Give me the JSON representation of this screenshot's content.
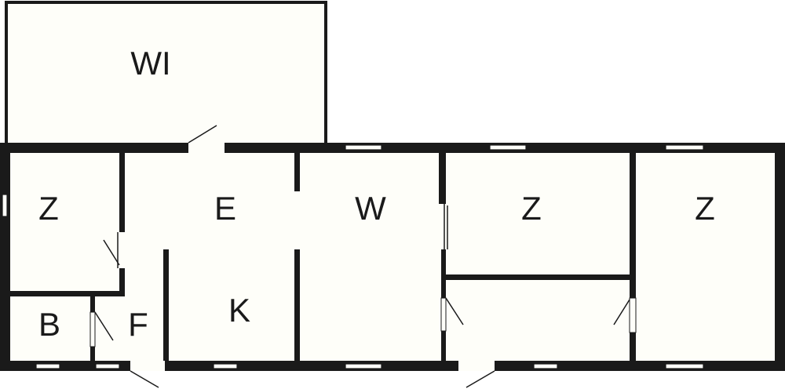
{
  "floorplan": {
    "rooms": [
      {
        "id": "wi",
        "label": "WI"
      },
      {
        "id": "z1",
        "label": "Z"
      },
      {
        "id": "e",
        "label": "E"
      },
      {
        "id": "w",
        "label": "W"
      },
      {
        "id": "z2",
        "label": "Z"
      },
      {
        "id": "z3",
        "label": "Z"
      },
      {
        "id": "b",
        "label": "B"
      },
      {
        "id": "f",
        "label": "F"
      },
      {
        "id": "k",
        "label": "K"
      }
    ],
    "colors": {
      "wall": "#1a1a1a",
      "floor": "#fefef9",
      "background": "#ffffff"
    }
  }
}
